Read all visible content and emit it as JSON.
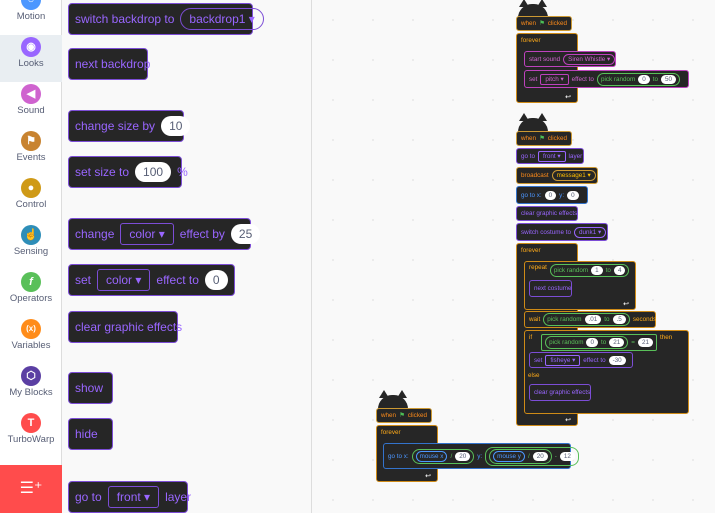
{
  "sidebar": {
    "categories": [
      {
        "label": "Motion",
        "color": "#4c97ff",
        "icon": "motion-icon"
      },
      {
        "label": "Looks",
        "color": "#9966ff",
        "icon": "eye-icon"
      },
      {
        "label": "Sound",
        "color": "#cf63cf",
        "icon": "speaker-icon"
      },
      {
        "label": "Events",
        "color": "#ffbf00",
        "icon": "flag-icon"
      },
      {
        "label": "Control",
        "color": "#ffab19",
        "icon": "control-icon"
      },
      {
        "label": "Sensing",
        "color": "#5cb1d6",
        "icon": "hand-icon"
      },
      {
        "label": "Operators",
        "color": "#59c059",
        "icon": "function-icon"
      },
      {
        "label": "Variables",
        "color": "#ff8c1a",
        "icon": "variable-icon"
      },
      {
        "label": "My Blocks",
        "color": "#5b3fa3",
        "icon": "cube-icon"
      },
      {
        "label": "TurboWarp",
        "color": "#ff4c4c",
        "icon": "turbowarp-icon"
      }
    ],
    "selected": "Looks",
    "ext_icon": "add-extension-icon"
  },
  "palette": {
    "switch_backdrop": "switch backdrop to",
    "backdrop1": "backdrop1",
    "next_backdrop": "next backdrop",
    "change_size": "change size by",
    "change_size_val": "10",
    "set_size": "set size to",
    "set_size_val": "100",
    "percent": "%",
    "change": "change",
    "color": "color",
    "effect_by": "effect by",
    "change_effect_val": "25",
    "set": "set",
    "effect_to": "effect to",
    "set_effect_val": "0",
    "clear_effects": "clear graphic effects",
    "show": "show",
    "hide": "hide",
    "go_to": "go to",
    "front": "front",
    "layer": "layer"
  },
  "scripts": {
    "when": "when",
    "clicked": "clicked",
    "forever": "forever",
    "s1": {
      "start_sound": "start sound",
      "siren": "Siren Whistle",
      "set": "set",
      "pitch": "pitch",
      "effect_to": "effect to",
      "pick_random": "pick random",
      "to": "to",
      "a": "0",
      "b": "50"
    },
    "s2": {
      "go_to": "go to",
      "front": "front",
      "layer": "layer",
      "broadcast": "broadcast",
      "message": "message1",
      "go_to_x": "go to x:",
      "x": "0",
      "y_label": "y:",
      "y": "0",
      "clear": "clear graphic effects",
      "switch_costume": "switch costume to",
      "costume": "dunk1",
      "repeat": "repeat",
      "r1": "1",
      "r2": "4",
      "next_costume": "next costume",
      "wait": "wait",
      "w1": ".01",
      "w2": ".5",
      "seconds": "seconds",
      "if": "if",
      "i1": "0",
      "i2": "21",
      "eq": "=",
      "i3": "21",
      "then": "then",
      "fisheye": "fisheye",
      "f": "-30",
      "else": "else"
    },
    "s3": {
      "go_to_x": "go to x:",
      "mouse_x": "mouse x",
      "div": "/",
      "dx": "20",
      "y_label": "y:",
      "mouse_y": "mouse y",
      "dy": "20",
      "minus": "-",
      "m": "12"
    }
  }
}
